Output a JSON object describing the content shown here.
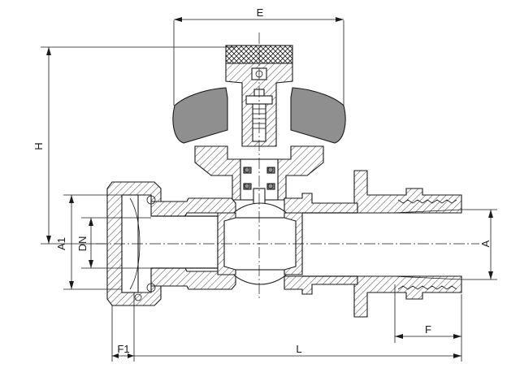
{
  "dimensions": {
    "E": "E",
    "H": "H",
    "A1": "A1",
    "DN": "DN",
    "A": "A",
    "F": "F",
    "F1": "F1",
    "L": "L"
  },
  "colors": {
    "line": "#1a1a1a",
    "handle_fill": "#8f8f8f",
    "background": "#ffffff"
  }
}
